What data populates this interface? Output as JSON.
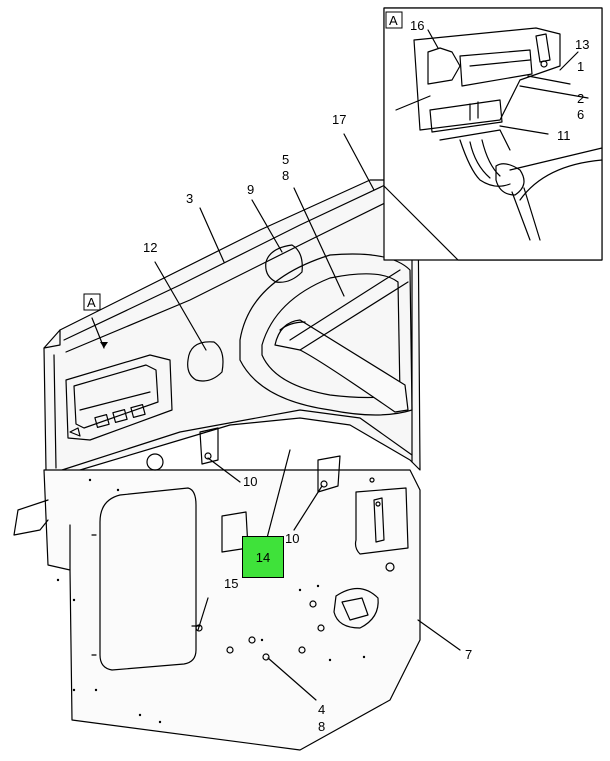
{
  "callouts": {
    "c1": "1",
    "c2": "2",
    "c3": "3",
    "c4": "4",
    "c5": "5",
    "c6": "6",
    "c7": "7",
    "c8a": "8",
    "c8b": "8",
    "c9": "9",
    "c10a": "10",
    "c10b": "10",
    "c11": "11",
    "c12": "12",
    "c13": "13",
    "c15": "15",
    "c16": "16",
    "c17": "17"
  },
  "detail_marker": "A",
  "detail_view_label": "A",
  "highlighted_callout": {
    "label": "14",
    "color": "#3fe23a"
  }
}
